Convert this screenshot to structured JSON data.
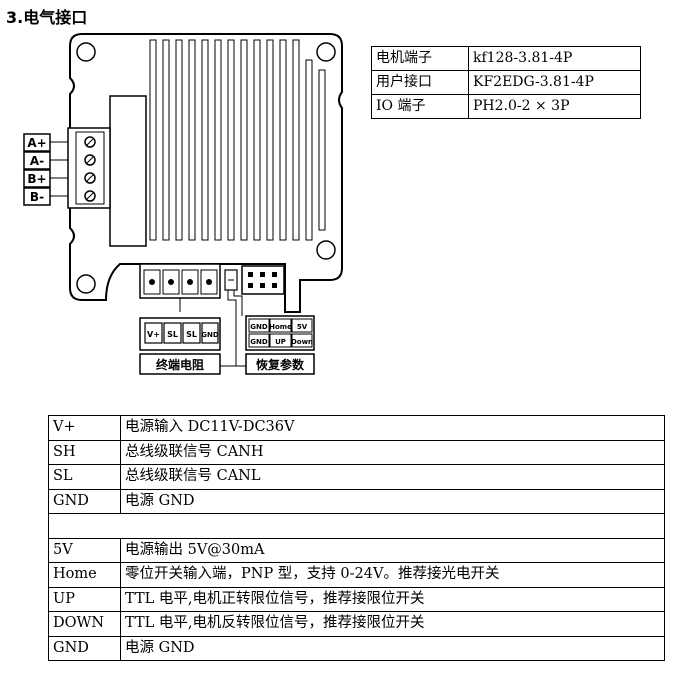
{
  "section_title": "3.电气接口",
  "connector_table": [
    {
      "name": "电机端子",
      "model": "kf128-3.81-4P"
    },
    {
      "name": "用户接口",
      "model": "KF2EDG-3.81-4P"
    },
    {
      "name": "IO 端子",
      "model": "PH2.0-2 × 3P"
    }
  ],
  "motor_pins": [
    "A+",
    "A-",
    "B+",
    "B-"
  ],
  "user_pins": [
    "V+",
    "SL",
    "SL",
    "GND"
  ],
  "io_pins_top": [
    "GND",
    "Home",
    "5V"
  ],
  "io_pins_bottom": [
    "GND",
    "UP",
    "Down"
  ],
  "label_termination": "终端电阻",
  "label_restore": "恢复参数",
  "pin_table": [
    {
      "pin": "V+",
      "desc": "电源输入 DC11V-DC36V"
    },
    {
      "pin": "SH",
      "desc": "总线级联信号 CANH"
    },
    {
      "pin": "SL",
      "desc": "总线级联信号 CANL"
    },
    {
      "pin": "GND",
      "desc": "电源 GND"
    },
    {
      "pin": "",
      "desc": ""
    },
    {
      "pin": "5V",
      "desc": "电源输出 5V@30mA"
    },
    {
      "pin": "Home",
      "desc": "零位开关输入端，PNP 型，支持 0-24V。推荐接光电开关"
    },
    {
      "pin": "UP",
      "desc": "TTL 电平,电机正转限位信号，推荐接限位开关"
    },
    {
      "pin": "DOWN",
      "desc": "TTL 电平,电机反转限位信号，推荐接限位开关"
    },
    {
      "pin": "GND",
      "desc": "电源 GND"
    }
  ]
}
